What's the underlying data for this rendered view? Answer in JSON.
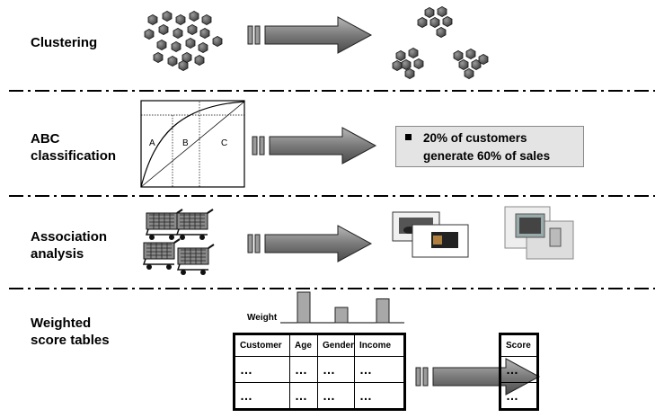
{
  "rows": [
    {
      "label": "Clustering"
    },
    {
      "label": "ABC\nclassification"
    },
    {
      "label": "Association\nanalysis"
    },
    {
      "label": "Weighted\nscore tables"
    }
  ],
  "abc": {
    "curve_labels": [
      "A",
      "B",
      "C"
    ],
    "callout_line1": "20% of customers",
    "callout_line2": "generate 60% of sales"
  },
  "weights": {
    "label": "Weight",
    "bar_levels": [
      1.0,
      0.5,
      0.78
    ]
  },
  "score_table": {
    "headers": [
      "Customer",
      "Age",
      "Gender",
      "Income"
    ],
    "rows": [
      [
        "…",
        "…",
        "…",
        "…"
      ],
      [
        "…",
        "…",
        "…",
        "…"
      ]
    ]
  },
  "result_table": {
    "header": "Score",
    "rows": [
      "…",
      "…"
    ]
  },
  "icons": [
    "hexagon-dots-icon",
    "shopping-cart-icon",
    "electronics-product-icon",
    "battery-product-icon",
    "computer-monitor-icon"
  ]
}
